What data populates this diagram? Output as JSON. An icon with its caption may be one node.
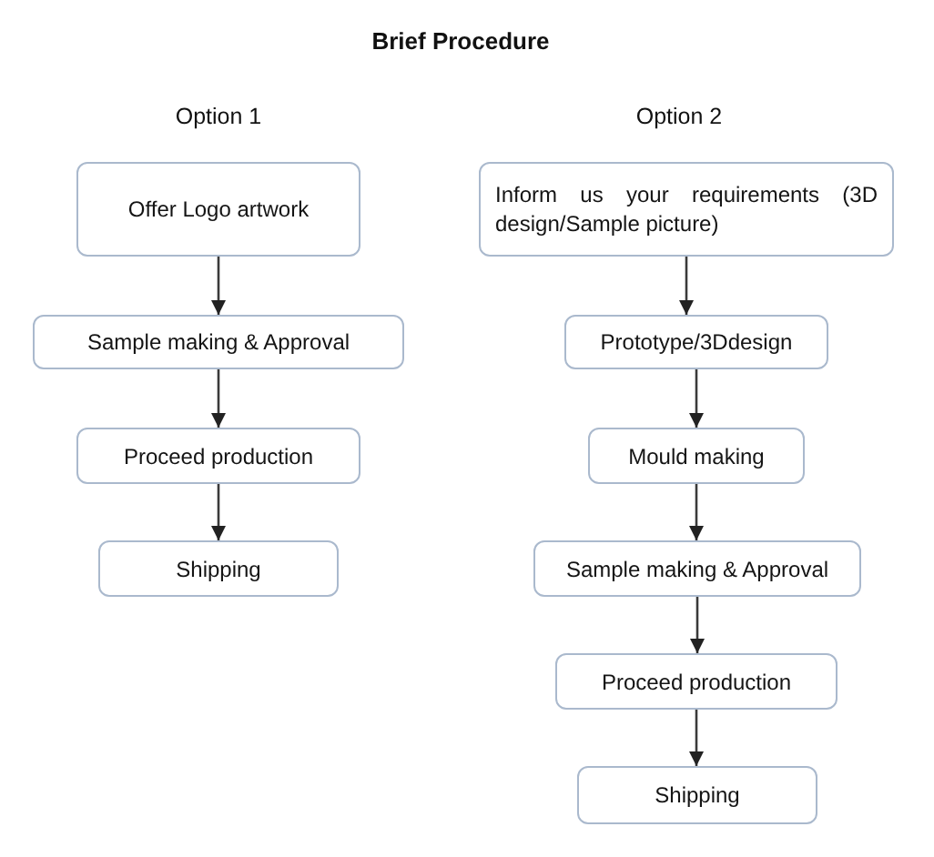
{
  "diagram": {
    "title": "Brief Procedure",
    "nodes": [
      {
        "text": [
          "Offer Logo artwork"
        ]
      },
      {
        "text": [
          "Sample making & Approval"
        ]
      },
      {
        "text": [
          "Proceed production"
        ]
      },
      {
        "text": [
          "Shipping"
        ]
      },
      {
        "text": [
          "Inform us your requirements (3D design/Sample picture)"
        ]
      },
      {
        "text": [
          "Prototype/3Ddesign"
        ]
      },
      {
        "text": [
          "Mould making"
        ]
      },
      {
        "text": [
          "Sample making & Approval"
        ]
      },
      {
        "text": [
          "Proceed production"
        ]
      },
      {
        "text": [
          "Shipping"
        ]
      }
    ],
    "edges": [
      {
        "from": 0,
        "to": 1,
        "arrow": "to"
      },
      {
        "from": 1,
        "to": 2,
        "arrow": "to"
      },
      {
        "from": 2,
        "to": 3,
        "arrow": "to"
      },
      {
        "from": 4,
        "to": 5,
        "arrow": "to"
      },
      {
        "from": 5,
        "to": 6,
        "arrow": "to"
      },
      {
        "from": 6,
        "to": 7,
        "arrow": "to"
      },
      {
        "from": 7,
        "to": 8,
        "arrow": "to"
      },
      {
        "from": 8,
        "to": 9,
        "arrow": "to"
      }
    ],
    "labels": [
      "Option 1",
      "Option 2"
    ]
  }
}
